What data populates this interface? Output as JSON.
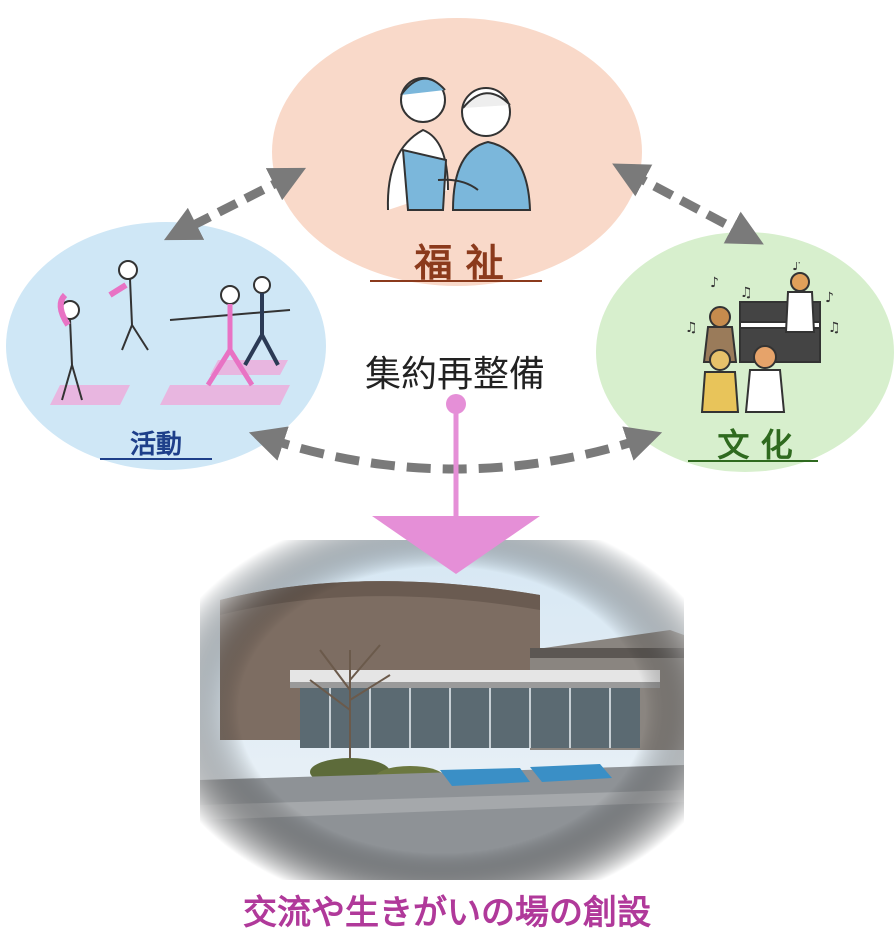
{
  "nodes": {
    "welfare": {
      "label": "福 祉",
      "color": "#f9d9c9",
      "text_color": "#8b3a1c"
    },
    "activity": {
      "label": "活動",
      "color": "#cfe7f6",
      "text_color": "#1e3f8a"
    },
    "culture": {
      "label": "文 化",
      "color": "#d7efcd",
      "text_color": "#2f6a1f"
    }
  },
  "center": {
    "label": "集約再整備"
  },
  "outcome": {
    "caption": "交流や生きがいの場の創設"
  },
  "colors": {
    "arrow_dashed": "#7a7a7a",
    "arrow_pink": "#e58fd7",
    "caption": "#b0399a"
  }
}
